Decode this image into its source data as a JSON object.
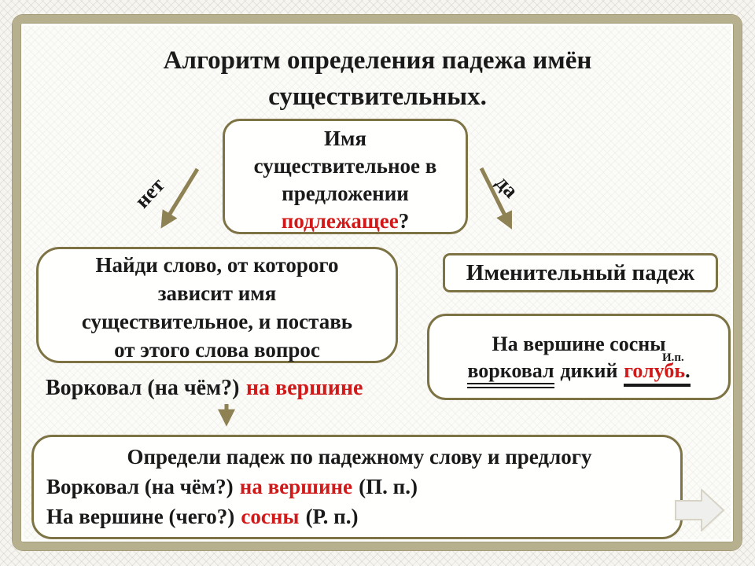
{
  "slide": {
    "title": {
      "line1": "Алгоритм определения падежа имён",
      "line2": "существительных."
    },
    "question_box": {
      "lines": [
        "Имя",
        "существительное в",
        "предложении"
      ],
      "highlight": "подлежащее",
      "mark": "?"
    },
    "branches": {
      "no_label": "нет",
      "yes_label": "да"
    },
    "find_word_box": {
      "lines": [
        "Найди слово, от которого",
        "зависит имя",
        "существительное, и поставь",
        "от этого слова вопрос"
      ]
    },
    "nominative_box": {
      "text": "Именительный падеж"
    },
    "example_box": {
      "line1": "На вершине сосны",
      "case_label": "И.п.",
      "predicate": "ворковал",
      "between": "дикий",
      "subject": "голубь",
      "period": "."
    },
    "question_line": {
      "prefix": "Ворковал (на чём?)",
      "highlight": "на вершине"
    },
    "result_box": {
      "heading": "Определи падеж по падежному слову и предлогу",
      "line2_prefix": "Ворковал (на чём?)",
      "line2_highlight": "на вершине",
      "line2_suffix": "(П. п.)",
      "line3_prefix": "На вершине (чего?)",
      "line3_highlight": "сосны",
      "line3_suffix": "(Р. п.)"
    },
    "colors": {
      "accent_red": "#d21919",
      "olive_border": "#7d7344",
      "arrow_olive": "#8e8153",
      "frame_band": "#b7b08e"
    }
  }
}
